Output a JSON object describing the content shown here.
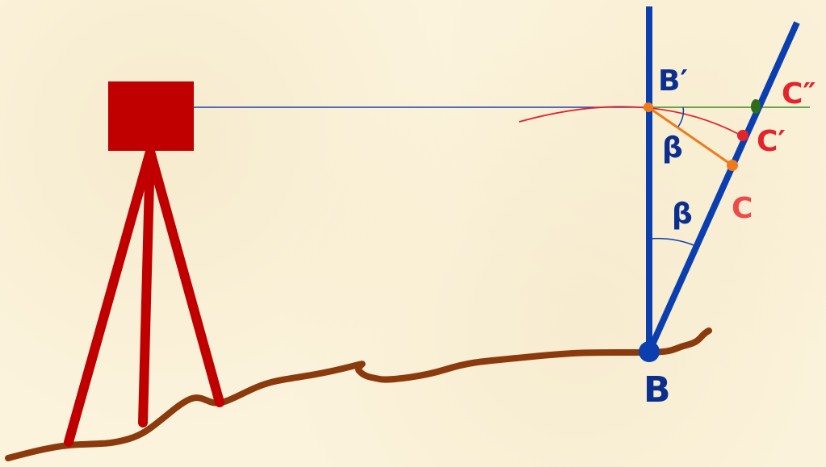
{
  "labels": {
    "b_prime": "B′",
    "c_double_prime": "C″",
    "c_prime": "C′",
    "c": "C",
    "beta_upper": "β",
    "beta_lower": "β",
    "b": "B"
  },
  "colors": {
    "background": "#fbf3dc",
    "instrument": "#c00000",
    "staff_blue": "#0b3fb0",
    "sight_line": "#1a3fb0",
    "horizontal_green": "#3c8a1e",
    "arc_red": "#e3242b",
    "orange_segment": "#f07a1a",
    "ground_brown": "#8b3a0e",
    "label_blue": "#0b2f8f",
    "label_red": "#ee2a2a"
  }
}
